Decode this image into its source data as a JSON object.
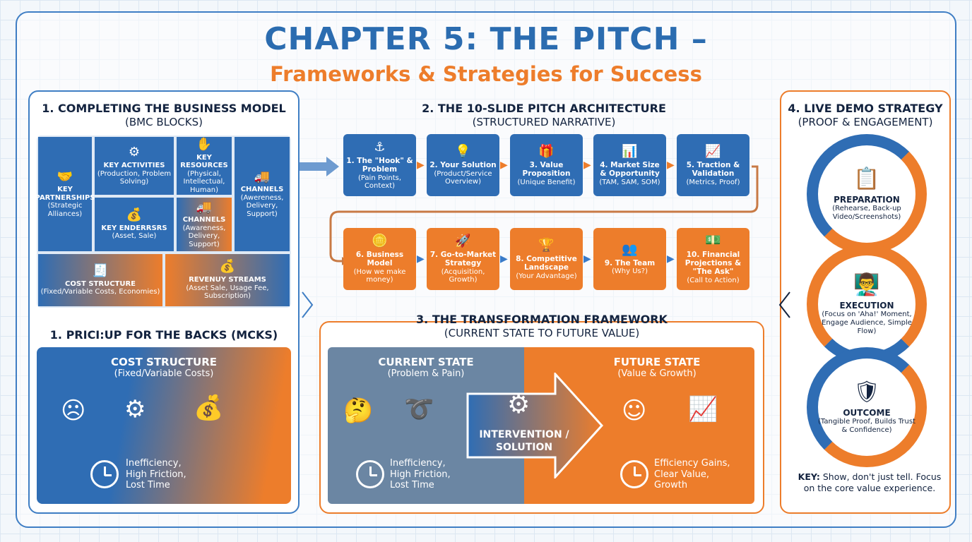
{
  "header": {
    "title": "CHAPTER 5: THE PITCH –",
    "subtitle": "Frameworks & Strategies for Success"
  },
  "section1": {
    "title": "1. COMPLETING THE BUSINESS MODEL",
    "subtitle": "(BMC BLOCKS)",
    "blocks": {
      "partners": {
        "title": "KEY PARTNERSHIPS",
        "desc": "(Strategic Alliances)",
        "label_first": "KEY"
      },
      "activities": {
        "title": "KEY ACTIVITIES",
        "desc": "(Production, Problem Solving)"
      },
      "resources": {
        "title": "KEY RESOURCES",
        "desc": "(Physical, Intellectual, Human)"
      },
      "enablers": {
        "title": "KEY ENDERRSRS",
        "desc": "(Asset, Sale)"
      },
      "channels_mid": {
        "title": "CHANNELS",
        "desc": "(Awareness, Delivery, Support)"
      },
      "channels": {
        "title": "CHANNELS",
        "desc": "(Awereness, Delivery, Support)"
      },
      "cost": {
        "title": "COST STRUCTURE",
        "desc": "(Fixed/Variable Costs, Economies)"
      },
      "revenue": {
        "title": "REVENUY STREAMS",
        "desc": "(Asset Sale, Usage Fee, Subscription)"
      }
    }
  },
  "section1b": {
    "title": "1. PRICI:UP FOR THE BACKS (MCKS)",
    "heading": "COST STRUCTURE",
    "sub": "(Fixed/Variable Costs)",
    "text": "Inefficiency, High Friction, Lost Time"
  },
  "section2": {
    "title": "2. THE 10-SLIDE PITCH ARCHITECTURE",
    "subtitle": "(STRUCTURED NARRATIVE)",
    "steps": [
      {
        "title": "1. The \"Hook\" & Problem",
        "desc": "(Pain Points, Context)"
      },
      {
        "title": "2. Your Solution",
        "desc": "(Product/Service Overview)"
      },
      {
        "title": "3. Value Proposition",
        "desc": "(Unique Benefit)"
      },
      {
        "title": "4. Market Size & Opportunity",
        "desc": "(TAM, SAM, SOM)"
      },
      {
        "title": "5. Traction & Validation",
        "desc": "(Metrics, Proof)"
      },
      {
        "title": "6. Business Model",
        "desc": "(How we make money)"
      },
      {
        "title": "7. Go-to-Market Strategy",
        "desc": "(Acquisition, Growth)"
      },
      {
        "title": "8. Competitive Landscape",
        "desc": "(Your Advantage)"
      },
      {
        "title": "9. The Team",
        "desc": "(Why Us?)"
      },
      {
        "title": "10. Financial Projections & \"The Ask\"",
        "desc": "(Call to Action)"
      }
    ]
  },
  "section3": {
    "title": "3. THE TRANSFORMATION FRAMEWORK",
    "subtitle": "(CURRENT STATE TO FUTURE VALUE)",
    "current": {
      "title": "CURRENT STATE",
      "sub": "(Problem & Pain)",
      "text": "Inefficiency, High Friction, Lost Time"
    },
    "intervention": "INTERVENTION / SOLUTION",
    "future": {
      "title": "FUTURE STATE",
      "sub": "(Value & Growth)",
      "text": "Efficiency Gains, Clear Value, Growth"
    }
  },
  "section4": {
    "title": "4. LIVE DEMO STRATEGY",
    "subtitle": "(PROOF & ENGAGEMENT)",
    "stages": [
      {
        "title": "PREPARATION",
        "desc": "(Rehearse, Back-up Video/Screenshots)"
      },
      {
        "title": "EXECUTION",
        "desc": "(Focus on 'Aha!' Moment, Engage Audience, Simple Flow)"
      },
      {
        "title": "OUTCOME",
        "desc": "(Tangible Proof, Builds Trust & Confidence)"
      }
    ],
    "key_label": "KEY:",
    "key_text": "Show, don't just tell. Focus on the core value experience."
  },
  "icons": [
    "handshake-icon",
    "gears-icon",
    "money-hand-icon",
    "truck-icon",
    "money-bag-icon",
    "receipt-icon",
    "hook-icon",
    "bulb-icon",
    "gift-icon",
    "bar-chart-icon",
    "trend-up-icon",
    "coins-icon",
    "rocket-icon",
    "trophy-icon",
    "team-icon",
    "money-hand-icon",
    "sad-person-icon",
    "clock-icon",
    "tangle-icon",
    "gear-check-icon",
    "happy-person-icon",
    "clipboard-icon",
    "presenter-icon",
    "shield-check-icon"
  ],
  "colors": {
    "blue": "#2b6cb0",
    "orange": "#ed7d2b",
    "navy": "#13233f"
  }
}
